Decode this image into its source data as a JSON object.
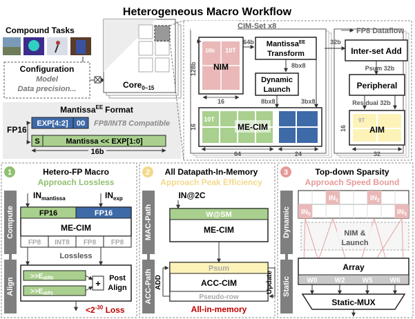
{
  "title": "Heterogeneous Macro Workflow",
  "top": {
    "compound_tasks": "Compound Tasks",
    "configuration": "Configuration",
    "config_model": "Model",
    "config_precision": "Data precision...",
    "core_label": "Core",
    "core_sub": "0~15",
    "cim_set": "CIM-Set x8",
    "fp8_dataflow": "FP8 Dataflow",
    "mantissa_format_title": "Mantissa",
    "ee": "EE",
    "format": "Format",
    "fp16": "FP16",
    "exp_field": "EXP[4:2]",
    "zero_field": "00",
    "fp8_compat": "FP8/INT8 Compatible",
    "s_field": "S",
    "mantissa_field": "Mantissa << EXP[1:0]",
    "width_16b": "16b",
    "nim": "NIM",
    "tenT": "10T",
    "nim_16": "16",
    "nim_16b": "16b",
    "w128b": "128b",
    "w64b": "64b",
    "mantissa_transform_1": "Mantissa",
    "mantissa_transform_2": "Transform",
    "bx8_1": "8bx8",
    "dynamic_launch_1": "Dynamic",
    "dynamic_launch_2": "Launch",
    "bx8_2": "8bx8",
    "bx8_3": "3bx8",
    "me_cim": "ME-CIM",
    "me_10t": "10T",
    "me_16": "16",
    "me_64": "64",
    "me_24": "24",
    "w32b": "32b",
    "inter_set_add": "Inter-set Add",
    "psum_32b": "Psum 32b",
    "peripheral": "Peripheral",
    "residual_32b": "Residual 32b",
    "aim": "AIM",
    "nineT": "9T",
    "aim_16": "16",
    "aim_32": "32"
  },
  "panel1": {
    "number": "1",
    "title": "Hetero-FP Macro",
    "subtitle": "Approach Lossless",
    "side_compute": "Compute",
    "side_align": "Align",
    "in_mantissa": "IN",
    "in_mantissa_sub": "mantissa",
    "in_exp": "IN",
    "in_exp_sub": "exp",
    "fp16_a": "FP16",
    "fp16_b": "FP16",
    "me_cim": "ME-CIM",
    "fp8_a": "FP8",
    "int8": "INT8",
    "fp8_b": "FP8",
    "fp8_c": "FP8",
    "lossless": "Lossless",
    "ediff0": ">>E",
    "ediff0_sub": "diff0",
    "ediff1": ">>E",
    "ediff1_sub": "diff1",
    "plus": "+",
    "post_align_1": "Post",
    "post_align_2": "Align",
    "loss": "<2",
    "loss_sup": "-30",
    "loss_tail": " Loss"
  },
  "panel2": {
    "number": "2",
    "title": "All Datapath-In-Memory",
    "subtitle": "Approach Peak Efficiency",
    "side_mac": "MAC-Path",
    "side_acc": "ACC-Path",
    "in2c": "IN@2C",
    "wsm": "W@SM",
    "me_cim": "ME-CIM",
    "psum": "Psum",
    "acc_cim": "ACC-CIM",
    "pseudo_row": "Pseudo-row",
    "add": "ADD",
    "update": "Update",
    "all_in_memory": "All-in-memory"
  },
  "panel3": {
    "number": "3",
    "title": "Top-down Sparsity",
    "subtitle": "Approach Speed Bound",
    "side_dynamic": "Dynamic",
    "side_static": "Static",
    "in0": "IN",
    "in0_sub": "0",
    "in1": "IN",
    "in1_sub": "1",
    "in2": "IN",
    "in2_sub": "2",
    "in3": "IN",
    "in3_sub": "3",
    "nim_launch_1": "NIM &",
    "nim_launch_2": "Launch",
    "array": "Array",
    "w0": "W0",
    "w2": "W2",
    "w5": "W5",
    "w6": "W6",
    "static_mux": "Static-MUX"
  },
  "colors": {
    "blue": "#3e6aa8",
    "green": "#a9d08e",
    "pink": "#eab8b8",
    "yellow": "#fdf3b8",
    "grey_bar": "#c9c9c9",
    "dark_grey": "#7f7f7f",
    "panel2_num": "#f3d98a",
    "panel1_num": "#8fbf6f",
    "panel3_num": "#e59a9a",
    "loss_red": "#c00000"
  }
}
